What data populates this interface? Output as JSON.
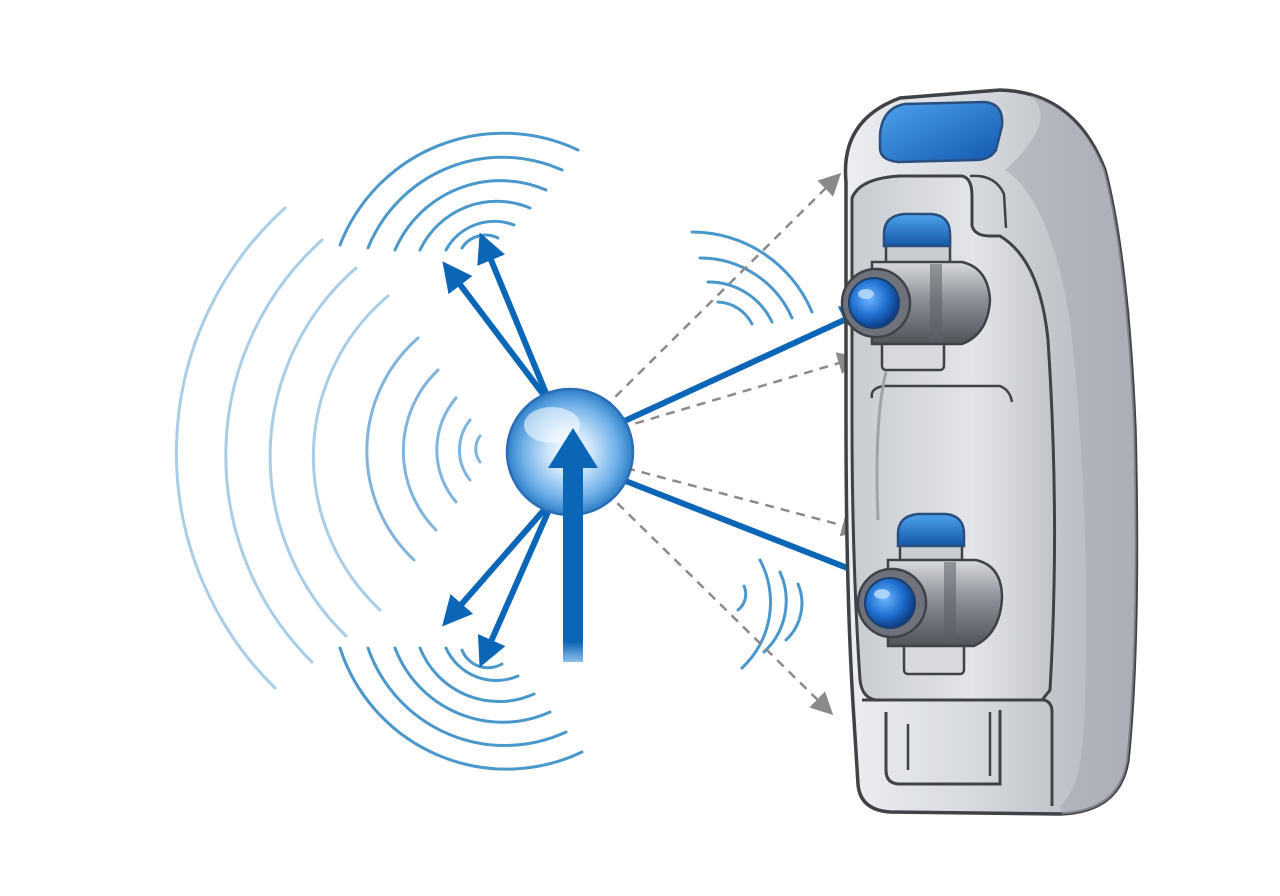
{
  "figure": {
    "kind": "illustration",
    "text_labels": [],
    "subject": {
      "source": "directional-sound-source",
      "receiver": "hearing-device-with-two-microphones"
    },
    "palette": {
      "beam_blue": "#0b66b8",
      "wave_blue": "#3a8cc4",
      "wave_faint": "#a9cde6",
      "arrow_grey": "#8a8a8a",
      "device_grey": "#c9ccd2",
      "device_outline": "#3f4247",
      "port_blue": "#1f6fd0"
    },
    "icons": [
      "sound-wave-icon",
      "arrow-icon",
      "microphone-port-icon",
      "hearing-device-icon"
    ]
  }
}
